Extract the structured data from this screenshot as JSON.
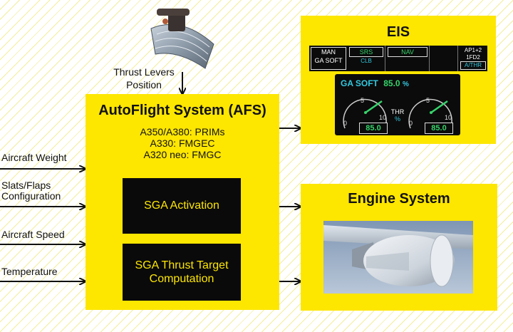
{
  "afs": {
    "title": "AutoFlight System (AFS)",
    "computers": [
      "A350/A380: PRIMs",
      "A330: FMGEC",
      "A320 neo: FMGC"
    ]
  },
  "sga_activation": "SGA Activation",
  "sga_thrust": [
    "SGA Thrust Target",
    "Computation"
  ],
  "thrust_levers": [
    "Thrust Levers",
    "Position"
  ],
  "inputs": {
    "weight": "Aircraft Weight",
    "slats": [
      "Slats/Flaps",
      "Configuration"
    ],
    "speed": "Aircraft Speed",
    "temperature": "Temperature"
  },
  "eis": {
    "title": "EIS",
    "fma": {
      "col1": [
        "MAN",
        "GA SOFT"
      ],
      "col2": [
        "SRS",
        "CLB"
      ],
      "col3": "NAV",
      "col5": [
        "AP1+2",
        "1FD2",
        "A/THR"
      ]
    },
    "display": {
      "mode": "GA SOFT",
      "value": "85.0",
      "unit": "%",
      "thr": "THR",
      "thr_unit": "%",
      "gauge_left_value": "85.0",
      "gauge_right_value": "85.0",
      "tick_low": "0",
      "tick_mid": "5",
      "tick_high": "10"
    }
  },
  "engine": {
    "title": "Engine System"
  },
  "colors": {
    "yellow": "#fde600",
    "black": "#0a0a0a",
    "fma_green": "#36d36b",
    "fma_cyan": "#33c9e0"
  }
}
